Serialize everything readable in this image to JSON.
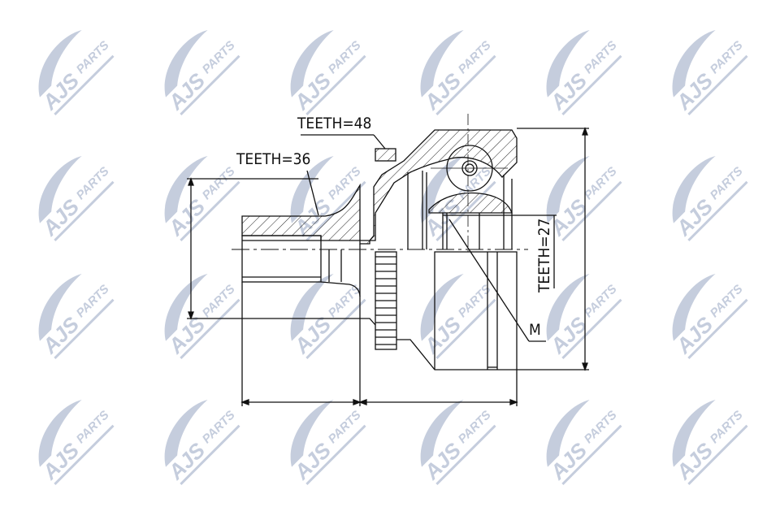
{
  "watermark": {
    "brand": "AJS",
    "sub": "PARTS",
    "color": "#c5cddd"
  },
  "labels": {
    "teeth_outer": "TEETH=48",
    "teeth_shaft": "TEETH=36",
    "teeth_inner": "TEETH=27",
    "thread": "M"
  },
  "colors": {
    "line": "#111111",
    "background": "#ffffff"
  }
}
